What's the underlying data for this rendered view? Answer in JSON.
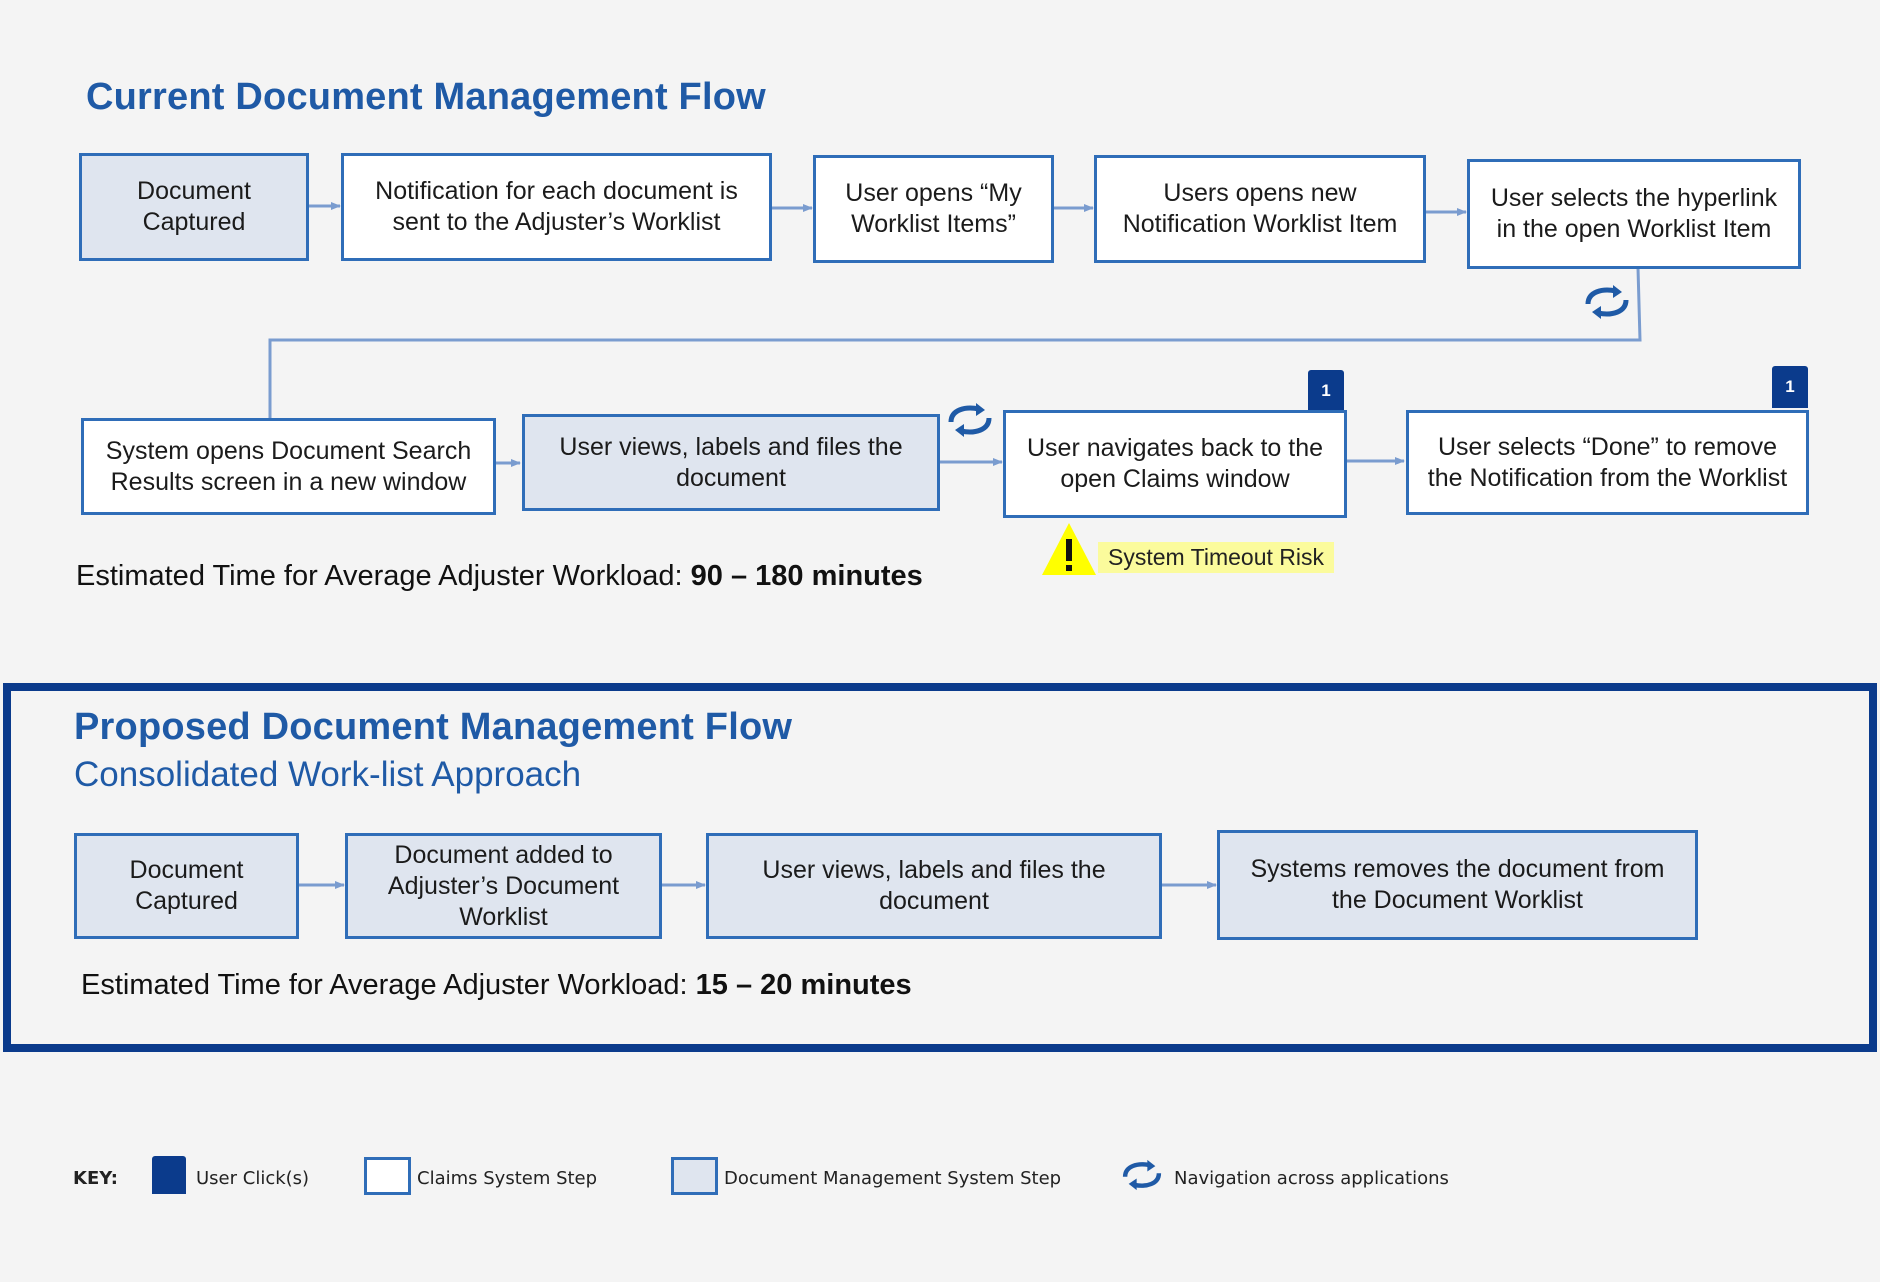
{
  "current": {
    "title": "Current Document Management Flow",
    "steps": [
      "Document Captured",
      "Notification for each document is sent to the Adjuster’s Worklist",
      "User opens “My Worklist Items”",
      "Users opens new Notification Worklist Item",
      "User selects the hyperlink in the open Worklist Item",
      "System opens Document Search Results screen in a new window",
      "User views, labels and files the document",
      "User navigates back to the open Claims window",
      "User selects “Done” to remove the Notification from the Worklist"
    ],
    "step_lines": [
      [
        "Document",
        "Captured"
      ],
      [
        "Notification for each document is",
        "sent to the Adjuster’s Worklist"
      ],
      [
        "User opens “My",
        "Worklist Items”"
      ],
      [
        "Users opens new",
        "Notification Worklist Item"
      ],
      [
        "User selects the hyperlink",
        "in the open Worklist Item"
      ],
      [
        "System opens Document Search",
        "Results screen in a new window"
      ],
      [
        "User views, labels and files the",
        "document"
      ],
      [
        "User navigates back to the",
        "open Claims window"
      ],
      [
        "User selects “Done” to remove",
        "the Notification from the Worklist"
      ]
    ],
    "click_badges": [
      "1",
      "1"
    ],
    "warning_icon": "warning-triangle-icon",
    "warning_label": "System Timeout Risk",
    "estimate_prefix": "Estimated Time for Average Adjuster Workload: ",
    "estimate_value": "90 – 180 minutes"
  },
  "proposed": {
    "title": "Proposed Document Management Flow",
    "subtitle": "Consolidated Work-list Approach",
    "step_lines": [
      [
        "Document",
        "Captured"
      ],
      [
        "Document added to",
        "Adjuster’s Document",
        "Worklist"
      ],
      [
        "User views, labels and files the",
        "document"
      ],
      [
        "Systems removes the document from",
        "the Document Worklist"
      ]
    ],
    "estimate_prefix": "Estimated Time for Average Adjuster Workload: ",
    "estimate_value": "15 – 20 minutes"
  },
  "key": {
    "label": "KEY:",
    "user_click": "User Click(s)",
    "claims_step": "Claims System Step",
    "dms_step": "Document Management System Step",
    "navigation": "Navigation across applications"
  },
  "colors": {
    "title": "#1f5aa6",
    "box_border": "#2f6db8",
    "dms_fill": "#dfe5ef",
    "claims_fill": "#ffffff",
    "badge": "#0b3b8c",
    "frame": "#0b3b8c",
    "arrow": "#7a9ccf",
    "warning": "#ffff00",
    "warning_label_bg": "#fbfb9c"
  }
}
